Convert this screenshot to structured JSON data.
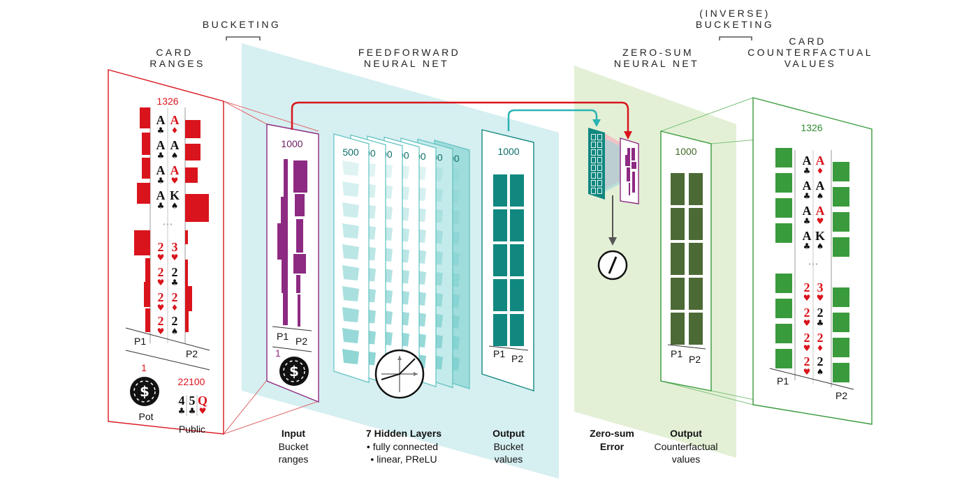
{
  "headers": {
    "bucketing": "BUCKETING",
    "card_ranges": [
      "CARD",
      "RANGES"
    ],
    "feedforward": [
      "FEEDFORWARD",
      "NEURAL NET"
    ],
    "zero_sum": [
      "ZERO-SUM",
      "NEURAL NET"
    ],
    "inverse_bucketing": [
      "(INVERSE)",
      "BUCKETING"
    ],
    "card_cfv": [
      "CARD",
      "COUNTERFACTUAL",
      "VALUES"
    ]
  },
  "card_ranges_panel": {
    "count": "1326",
    "pot_value": "1",
    "pot_label": "Pot",
    "public_value": "22100",
    "public_label": "Public",
    "p1": "P1",
    "p2": "P2",
    "hands": [
      [
        {
          "rank": "A",
          "suit": "♣"
        },
        {
          "rank": "A",
          "suit": "♦"
        }
      ],
      [
        {
          "rank": "A",
          "suit": "♣"
        },
        {
          "rank": "A",
          "suit": "♠"
        }
      ],
      [
        {
          "rank": "A",
          "suit": "♣"
        },
        {
          "rank": "A",
          "suit": "♥"
        }
      ],
      [
        {
          "rank": "A",
          "suit": "♣"
        },
        {
          "rank": "K",
          "suit": "♠"
        }
      ],
      [
        {
          "rank": "2",
          "suit": "♥"
        },
        {
          "rank": "3",
          "suit": "♥"
        }
      ],
      [
        {
          "rank": "2",
          "suit": "♥"
        },
        {
          "rank": "2",
          "suit": "♣"
        }
      ],
      [
        {
          "rank": "2",
          "suit": "♥"
        },
        {
          "rank": "2",
          "suit": "♦"
        }
      ],
      [
        {
          "rank": "2",
          "suit": "♥"
        },
        {
          "rank": "2",
          "suit": "♠"
        }
      ]
    ],
    "public_cards": [
      {
        "rank": "4",
        "suit": "♣"
      },
      {
        "rank": "5",
        "suit": "♣"
      },
      {
        "rank": "Q",
        "suit": "♥"
      }
    ],
    "ellipsis": "···"
  },
  "input_panel": {
    "count": "1000",
    "pot_value": "1",
    "p1": "P1",
    "p2": "P2",
    "caption_title": "Input",
    "caption_lines": [
      "Bucket",
      "ranges"
    ]
  },
  "hidden_layers": {
    "count": "500",
    "layer_count": 7,
    "caption_title": "7 Hidden Layers",
    "caption_lines": [
      "• fully connected",
      "• linear, PReLU"
    ]
  },
  "output_panel": {
    "count": "1000",
    "p1": "P1",
    "p2": "P2",
    "caption_title": "Output",
    "caption_lines": [
      "Bucket",
      "values"
    ]
  },
  "zero_sum": {
    "caption_lines": [
      "Zero-sum",
      "Error"
    ]
  },
  "cf_output_panel": {
    "count": "1000",
    "p1": "P1",
    "p2": "P2",
    "caption_title": "Output",
    "caption_lines": [
      "Counterfactual",
      "values"
    ]
  },
  "cfv_panel": {
    "count": "1326",
    "p1": "P1",
    "p2": "P2"
  },
  "colors": {
    "red": "#d9141c",
    "purple": "#8d2a82",
    "teal": "#11887f",
    "teal_light": "#7fd0cf",
    "green": "#3a9b3c",
    "olive": "#4c6a35",
    "plane_teal": "#d4eef0",
    "plane_green": "#e1efd3",
    "arrow_red": "#d9141c",
    "arrow_teal": "#2ab3b5"
  }
}
